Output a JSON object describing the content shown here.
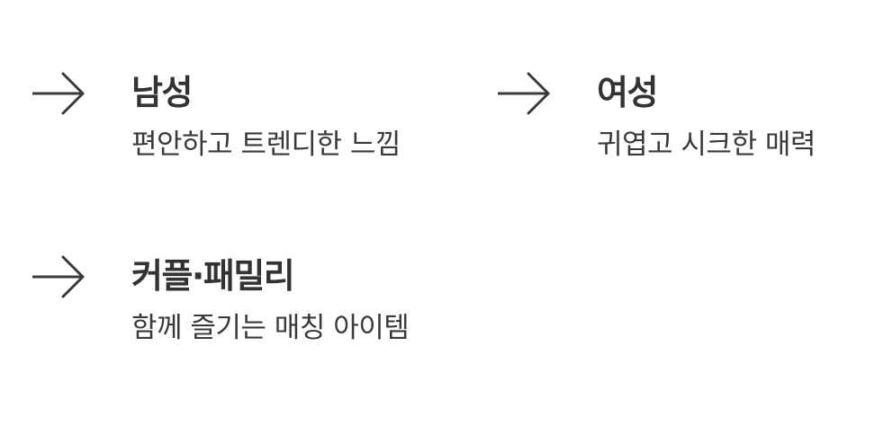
{
  "categories": [
    {
      "title": "남성",
      "description": "편안하고 트렌디한 느낌",
      "icon": "arrow-right-icon"
    },
    {
      "title": "여성",
      "description": "귀엽고 시크한 매력",
      "icon": "arrow-right-icon"
    },
    {
      "title": "커플·패밀리",
      "description": "함께 즐기는 매칭 아이템",
      "icon": "arrow-right-icon"
    }
  ]
}
